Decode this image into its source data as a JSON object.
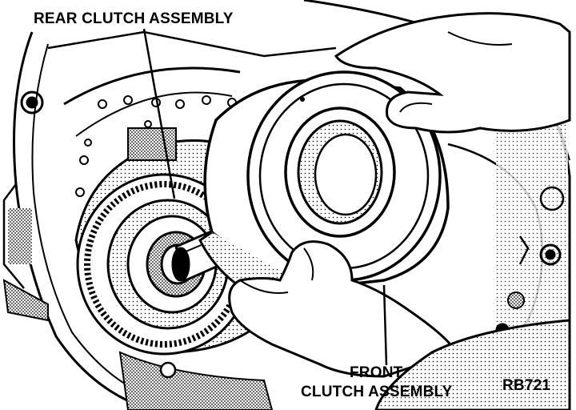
{
  "labels": {
    "rear_clutch": "REAR CLUTCH ASSEMBLY",
    "front_clutch_line1": "FRONT",
    "front_clutch_line2": "CLUTCH ASSEMBLY",
    "figure_id": "RB721"
  },
  "colors": {
    "ink": "#000000",
    "paper": "#ffffff",
    "shade": "#8a8a8a"
  }
}
